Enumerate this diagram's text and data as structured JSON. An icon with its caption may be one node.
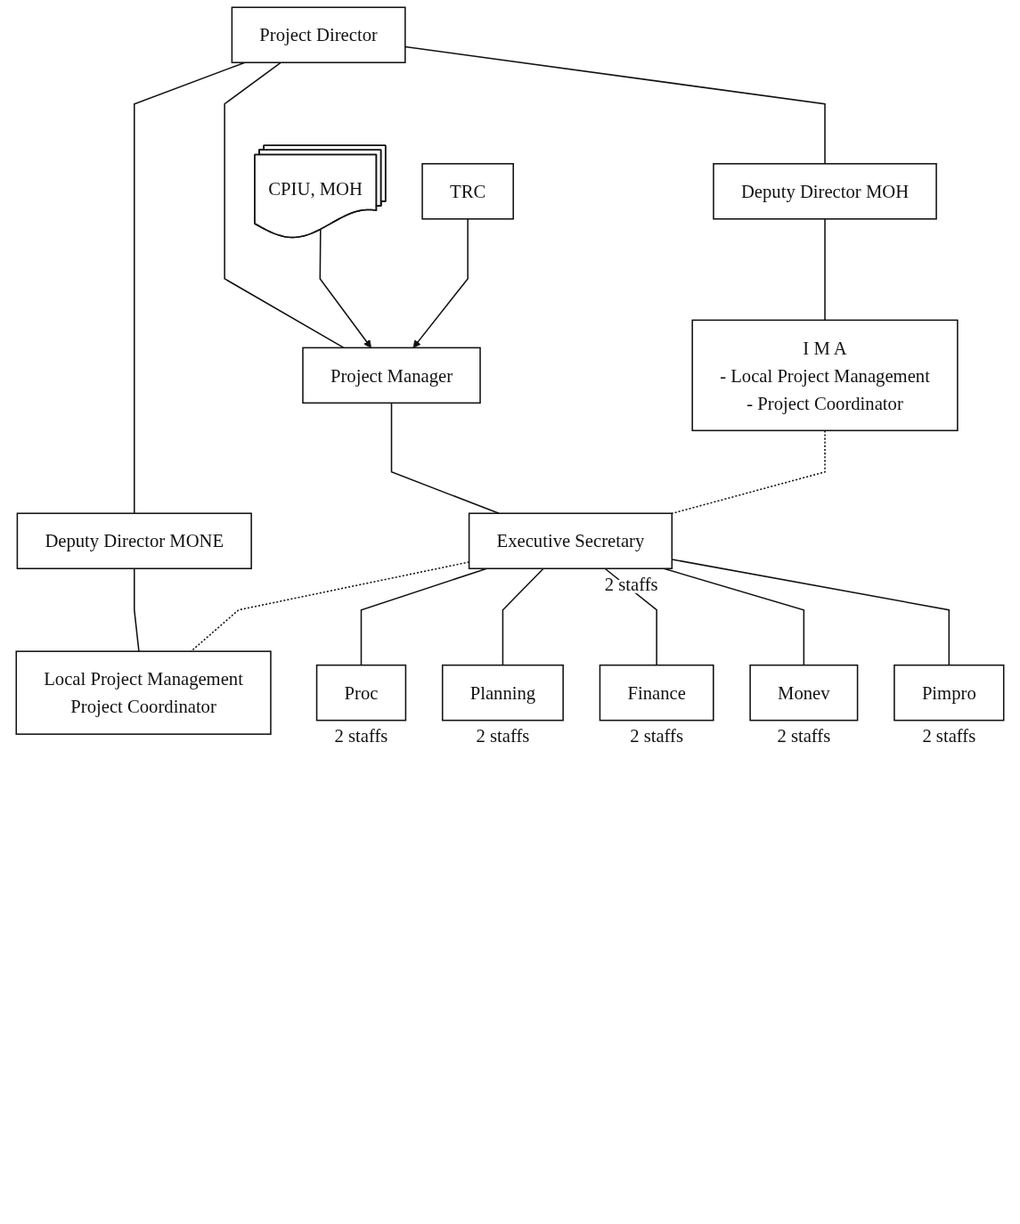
{
  "diagram": {
    "nodes": [
      {
        "text": [
          "Project Director"
        ]
      },
      {
        "text": [
          "Deputy Director MOH"
        ]
      },
      {
        "text": [
          "Deputy Director MONE"
        ]
      },
      {
        "text": [
          "CPIU, MOH"
        ]
      },
      {
        "text": [
          "Project Manager"
        ]
      },
      {
        "text": [
          "TRC"
        ]
      },
      {
        "text": [
          "I M A",
          "- Local Project Management",
          "- Project Coordinator"
        ]
      },
      {
        "text": [
          "Local Project Management",
          "Project Coordinator"
        ]
      },
      {
        "text": [
          "Executive Secretary"
        ],
        "beside": [
          "2 staffs"
        ]
      },
      {
        "text": [
          "Proc"
        ],
        "beside": [
          "2 staffs"
        ]
      },
      {
        "text": [
          "Planning"
        ],
        "beside": [
          "2 staffs"
        ]
      },
      {
        "text": [
          "Finance"
        ],
        "beside": [
          "2 staffs"
        ]
      },
      {
        "text": [
          "Monev"
        ],
        "beside": [
          "2 staffs"
        ]
      },
      {
        "text": [
          "Pimpro"
        ],
        "beside": [
          "2 staffs"
        ]
      }
    ],
    "edges": [
      {
        "from": 0,
        "to": 1,
        "arrow": "none"
      },
      {
        "from": 0,
        "to": 4,
        "arrow": "none"
      },
      {
        "from": 0,
        "to": 2,
        "arrow": "none"
      },
      {
        "from": 1,
        "to": 6,
        "arrow": "none"
      },
      {
        "from": 2,
        "to": 7,
        "arrow": "none"
      },
      {
        "from": 3,
        "to": 4,
        "arrow": "to"
      },
      {
        "from": 5,
        "to": 4,
        "arrow": "to"
      },
      {
        "from": 4,
        "to": 8,
        "arrow": "none"
      },
      {
        "from": 6,
        "to": 8,
        "arrow": "none",
        "style": "dashed"
      },
      {
        "from": 8,
        "to": 7,
        "arrow": "none",
        "style": "dashed"
      },
      {
        "from": 8,
        "to": 9,
        "arrow": "none"
      },
      {
        "from": 8,
        "to": 10,
        "arrow": "none"
      },
      {
        "from": 8,
        "to": 11,
        "arrow": "none"
      },
      {
        "from": 8,
        "to": 12,
        "arrow": "none"
      },
      {
        "from": 8,
        "to": 13,
        "arrow": "none"
      }
    ]
  }
}
